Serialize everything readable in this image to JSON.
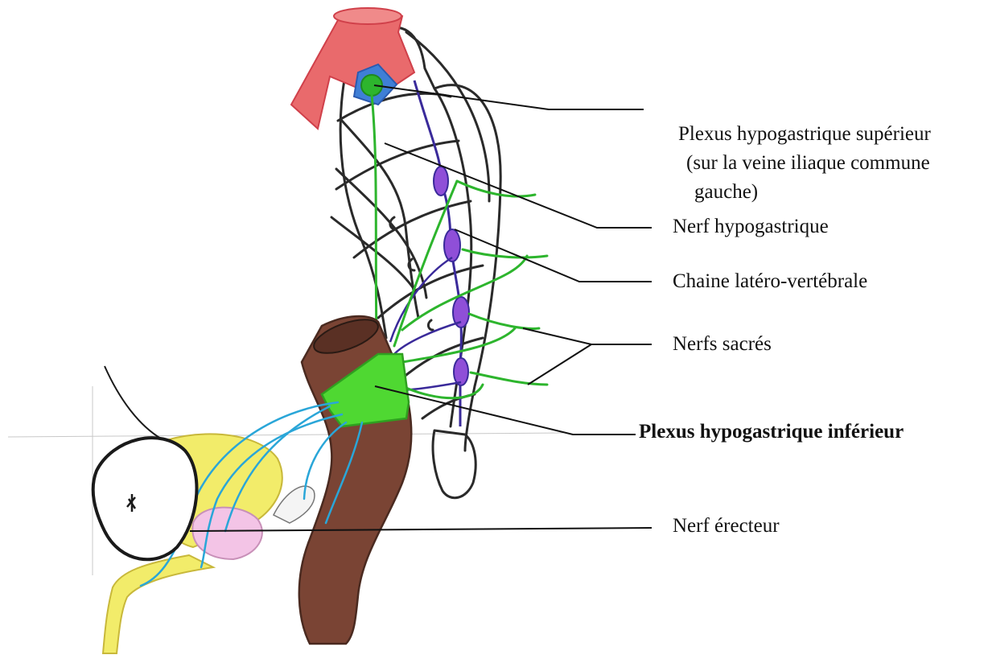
{
  "labels": {
    "plexus_superieur": {
      "line1": "Plexus hypogastrique supérieur",
      "line2": "(sur la veine iliaque commune",
      "line3": "gauche)"
    },
    "nerf_hypogastrique": "Nerf hypogastrique",
    "chaine_latero_vertebrale": "Chaine latéro-vertébrale",
    "nerfs_sacres": "Nerfs sacrés",
    "plexus_inferieur": "Plexus hypogastrique inférieur",
    "nerf_erecteur": "Nerf érecteur"
  },
  "colors": {
    "artery": "#e96a6c",
    "vein": "#3f7fd6",
    "hypogastric_nerve": "#2db52d",
    "sympathetic_chain": "#8f4fd8",
    "sympathetic_chain_line": "#3a2a9a",
    "plexus": "#4fd832",
    "rectum": "#7a4434",
    "bladder": "#f2ec6a",
    "prostate": "#f3c4e6",
    "erector_nerves": "#2aa6d8",
    "outline": "#2a2a2a",
    "leader_line": "#111111"
  }
}
